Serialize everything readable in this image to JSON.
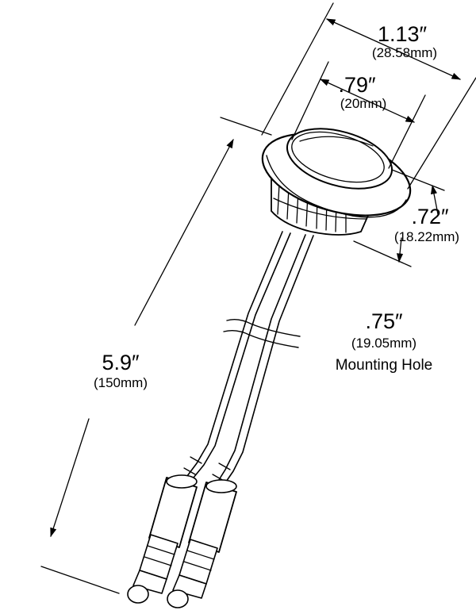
{
  "dimensions": {
    "outer_diameter": {
      "inch": "1.13″",
      "mm": "(28.58mm)"
    },
    "lens_diameter": {
      "inch": ".79″",
      "mm": "(20mm)"
    },
    "height": {
      "inch": ".72″",
      "mm": "(18.22mm)"
    },
    "mounting_hole": {
      "inch": ".75″",
      "mm": "(19.05mm)",
      "label": "Mounting Hole"
    },
    "lead_length": {
      "inch": "5.9″",
      "mm": "(150mm)"
    }
  },
  "colors": {
    "line": "#000000",
    "background": "#ffffff",
    "shading": "#d9d9d9"
  }
}
